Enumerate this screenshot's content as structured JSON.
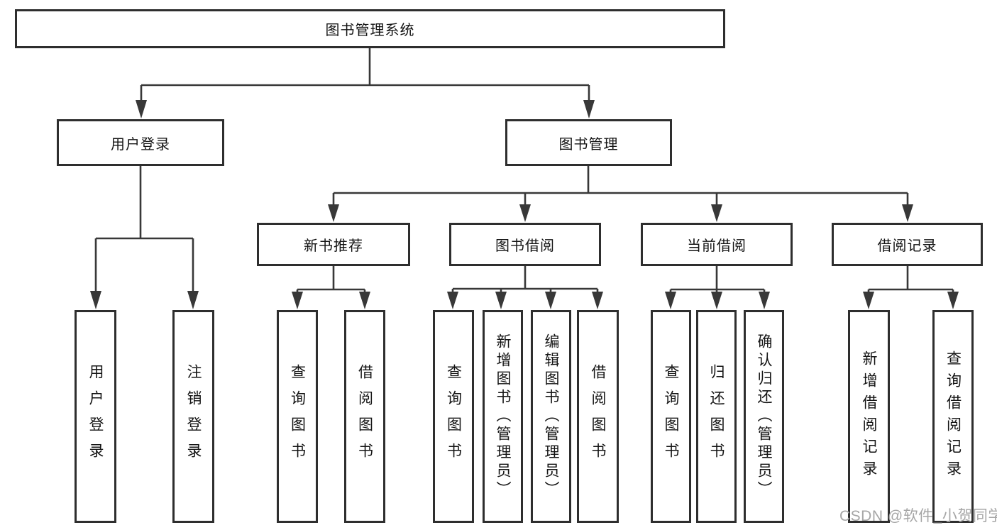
{
  "diagram": {
    "root_label": "图书管理系统",
    "user_login": {
      "label": "用户登录",
      "leaves": [
        "用户登录",
        "注销登录"
      ]
    },
    "book_management": {
      "label": "图书管理",
      "sections": [
        {
          "label": "新书推荐",
          "leaves": [
            "查询图书",
            "借阅图书"
          ]
        },
        {
          "label": "图书借阅",
          "leaves": [
            "查询图书",
            "新增图书（管理员）",
            "编辑图书（管理员）",
            "借阅图书"
          ]
        },
        {
          "label": "当前借阅",
          "leaves": [
            "查询图书",
            "归还图书",
            "确认归还（管理员）"
          ]
        },
        {
          "label": "借阅记录",
          "leaves": [
            "新增借阅记录",
            "查询借阅记录"
          ]
        }
      ]
    }
  },
  "colors": {
    "background": "#ffffff",
    "box_border": "#2e2e2e",
    "connector_line": "#383838",
    "text": "#141414",
    "watermark": "#a6a6a6"
  },
  "watermark_text": "CSDN @软件_小贺同学"
}
